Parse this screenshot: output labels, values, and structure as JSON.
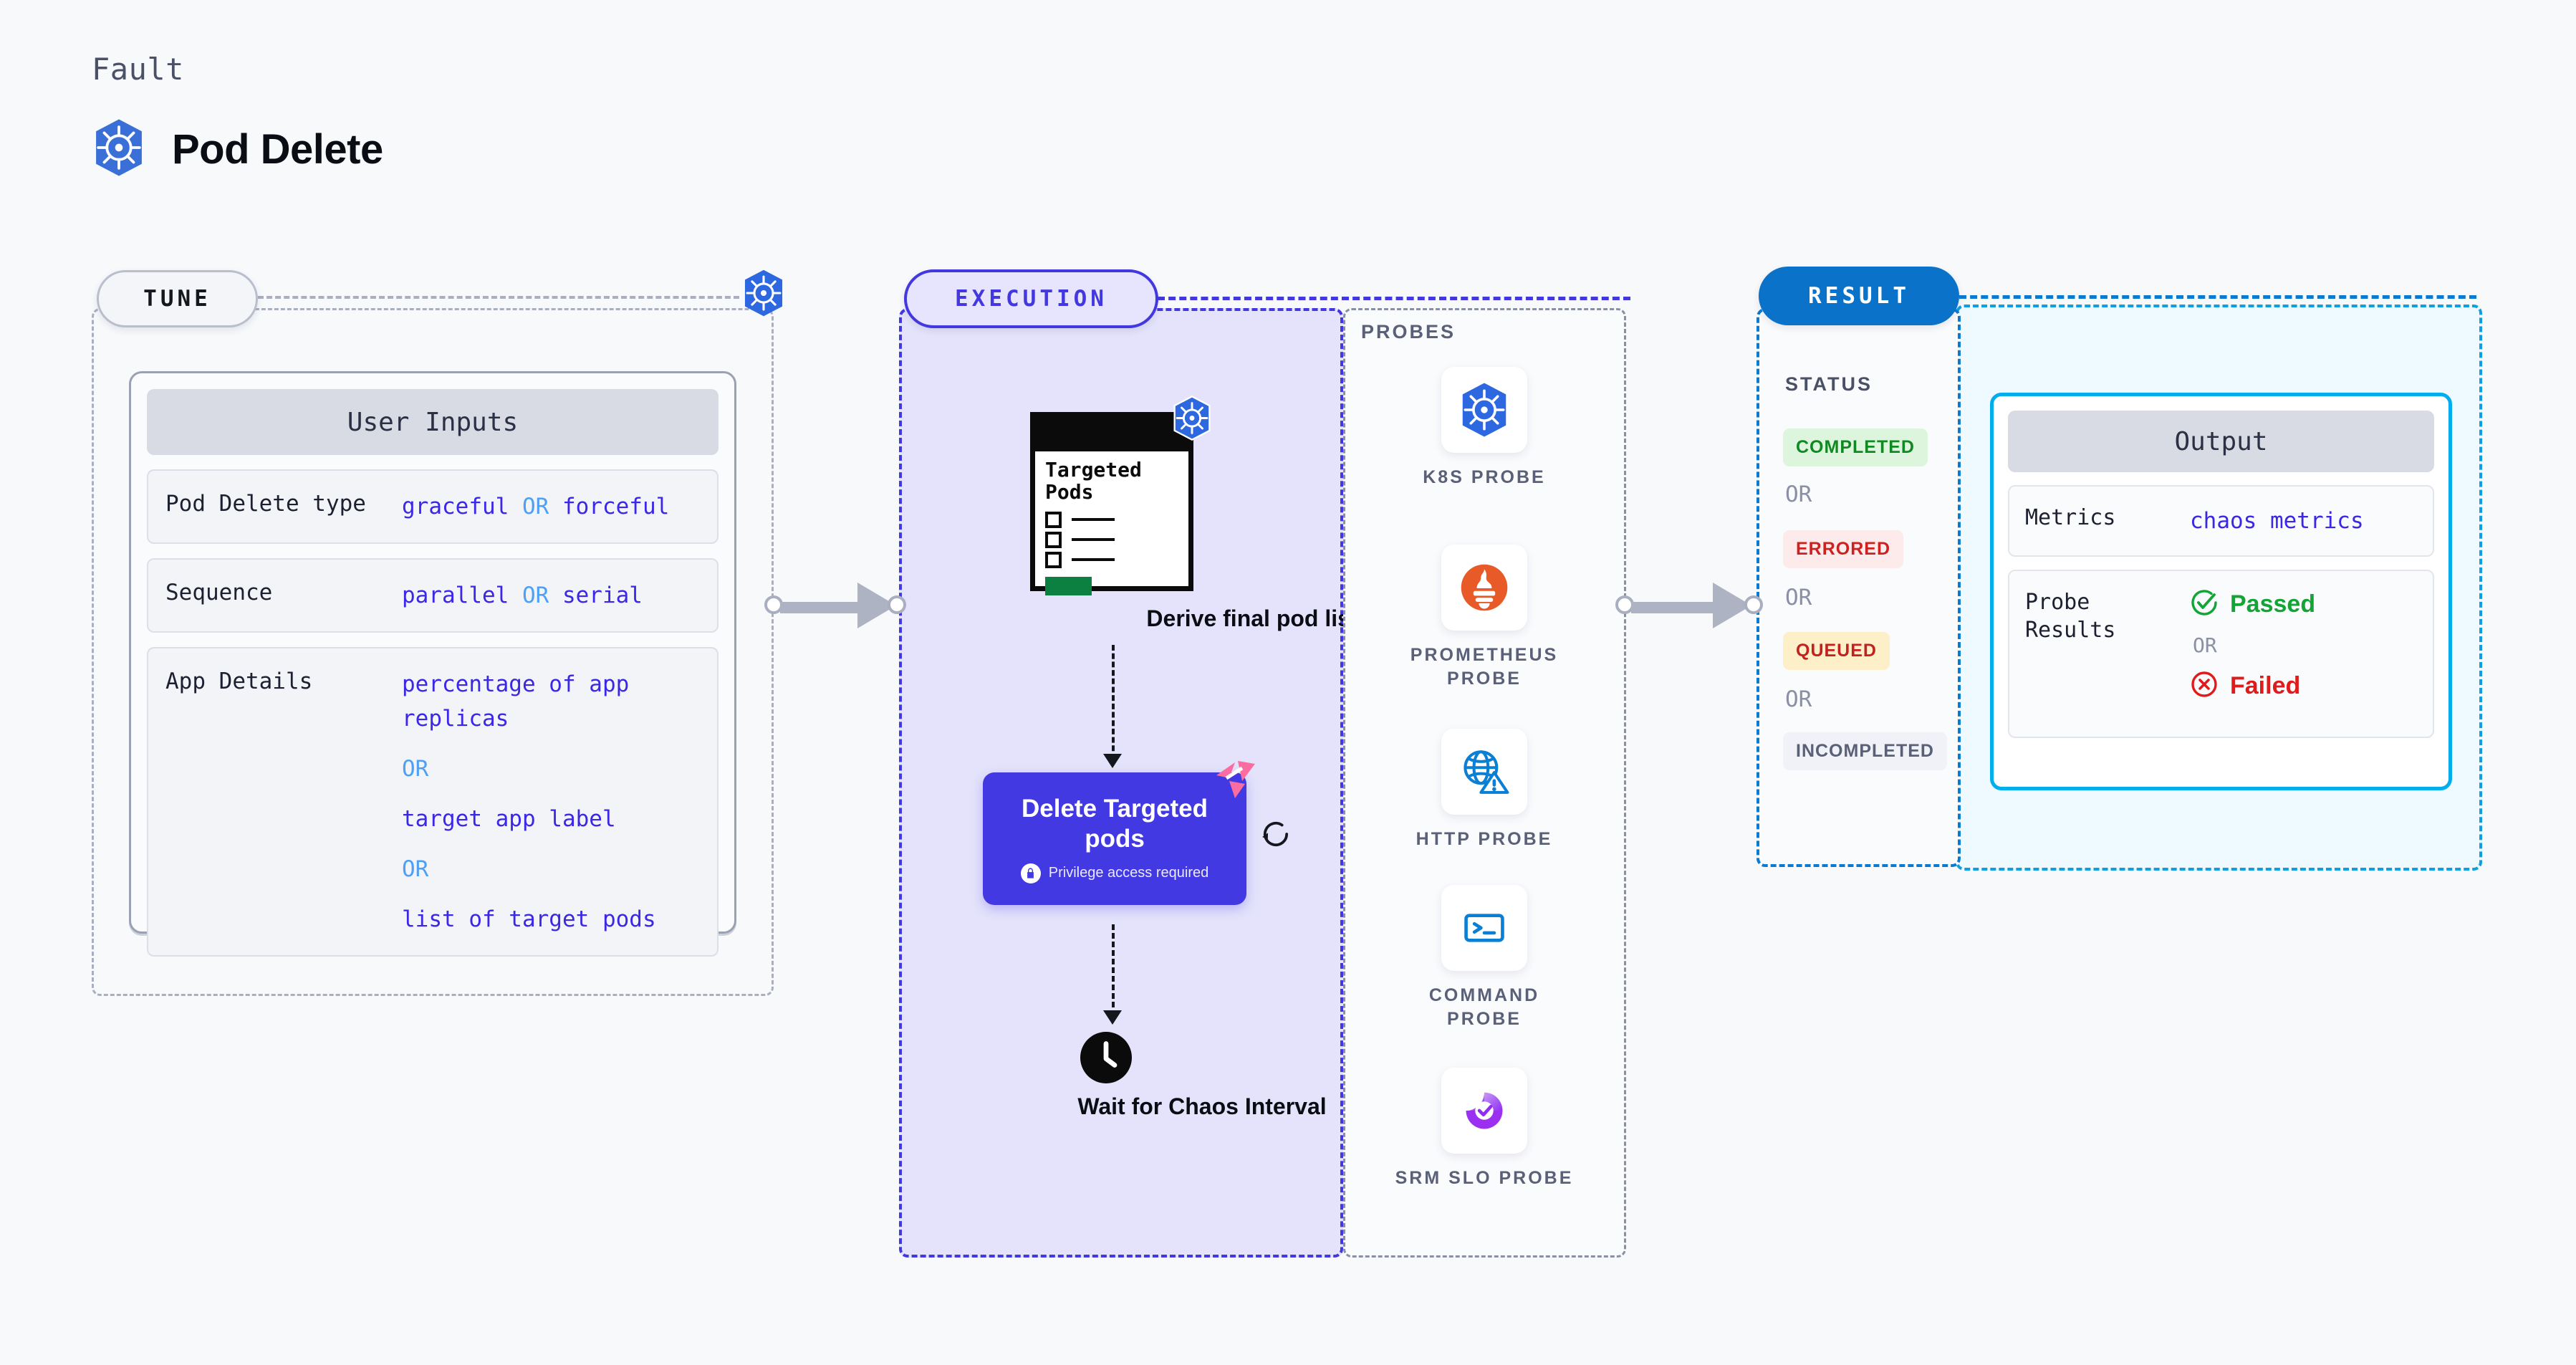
{
  "header": {
    "fault_label": "Fault",
    "title": "Pod Delete",
    "icon": "kubernetes-icon"
  },
  "tune": {
    "pill_label": "TUNE",
    "badge_icon": "kubernetes-icon",
    "card": {
      "title": "User Inputs",
      "rows": [
        {
          "key": "Pod Delete type",
          "values": [
            "graceful",
            "forceful"
          ],
          "separator": "OR",
          "layout": "inline"
        },
        {
          "key": "Sequence",
          "values": [
            "parallel",
            "serial"
          ],
          "separator": "OR",
          "layout": "inline"
        },
        {
          "key": "App Details",
          "values": [
            "percentage of app replicas",
            "target app label",
            "list of target pods"
          ],
          "separator": "OR",
          "layout": "stacked"
        }
      ]
    }
  },
  "execution": {
    "pill_label": "EXECUTION",
    "nodes": [
      {
        "name": "derive-final-pod-list",
        "caption": "Derive final pod list",
        "doc_title": "Targeted Pods",
        "badge_icon": "kubernetes-icon"
      },
      {
        "name": "delete-targeted-pods",
        "title": "Delete Targeted pods",
        "subtitle": "Privilege access required",
        "lock_icon": "lock-icon",
        "ribbon_icon": "harness-logo-icon",
        "loop_icon": "refresh-loop-icon"
      },
      {
        "name": "wait-for-chaos-interval",
        "caption": "Wait for Chaos Interval",
        "icon": "clock-icon"
      }
    ]
  },
  "probes": {
    "label": "PROBES",
    "items": [
      {
        "label": "K8S PROBE",
        "icon": "kubernetes-icon"
      },
      {
        "label": "PROMETHEUS PROBE",
        "icon": "prometheus-icon"
      },
      {
        "label": "HTTP PROBE",
        "icon": "globe-warning-icon"
      },
      {
        "label": "COMMAND PROBE",
        "icon": "terminal-icon"
      },
      {
        "label": "SRM SLO PROBE",
        "icon": "srm-slo-icon"
      }
    ]
  },
  "result": {
    "pill_label": "RESULT",
    "status_label": "STATUS",
    "separator": "OR",
    "statuses": [
      {
        "label": "COMPLETED",
        "bg": "#ddf5dd",
        "fg": "#0f8a22"
      },
      {
        "label": "ERRORED",
        "bg": "#fdeaea",
        "fg": "#cf2020"
      },
      {
        "label": "QUEUED",
        "bg": "#fdefc8",
        "fg": "#c32020"
      },
      {
        "label": "INCOMPLETED",
        "bg": "#f1f2f7",
        "fg": "#5a6077"
      }
    ]
  },
  "output": {
    "title": "Output",
    "rows": [
      {
        "key": "Metrics",
        "value": "chaos metrics"
      },
      {
        "key": "Probe Results",
        "pass": "Passed",
        "fail": "Failed",
        "separator": "OR",
        "pass_icon": "check-circle-icon",
        "fail_icon": "x-circle-icon"
      }
    ]
  },
  "connectors": {
    "tune_to_execution": "arrow-right",
    "execution_to_result": "arrow-right"
  },
  "colors": {
    "tune_border": "#a9afc0",
    "execution_border": "#4338e0",
    "execution_fill": "#e4e3fb",
    "result_border": "#0a7ad1",
    "result_pill": "#0a72c9",
    "output_border": "#0f9fe0",
    "output_fill": "#eefaff",
    "accent_value": "#3b27e6",
    "accent_or": "#4da0f5",
    "card_purple": "#4339e2",
    "ribbon_pink": "#fb6ca0"
  }
}
